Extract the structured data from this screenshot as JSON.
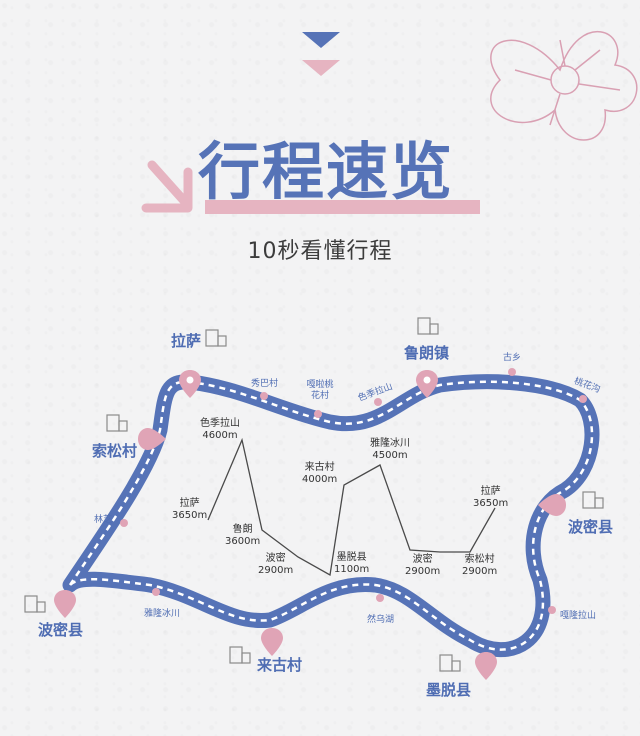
{
  "header": {
    "title": "行程速览",
    "subtitle": "10秒看懂行程"
  },
  "colors": {
    "route_blue": "#5673b7",
    "accent_pink": "#e6b4c1",
    "marker_pink": "#e0a4b6"
  },
  "map": {
    "major_cities": {
      "lasa": "拉萨",
      "lulang": "鲁朗镇",
      "suosong": "索松村",
      "bomi_right": "波密县",
      "bomi_left": "波密县",
      "laigu": "来古村",
      "motuo": "墨脱县"
    },
    "minor_stops": {
      "xiuba": "秀巴村",
      "gala": "嘎啦桃花村",
      "seji": "色季拉山",
      "guxiang": "古乡",
      "taohuagou": "桃花沟",
      "linzhi": "林芝",
      "yalong": "雅隆冰川",
      "ranwu": "然乌湖",
      "galong": "嘎隆拉山"
    }
  },
  "elevation": {
    "points": [
      {
        "name": "拉萨",
        "alt": "3650m"
      },
      {
        "name": "色季拉山",
        "alt": "4600m"
      },
      {
        "name": "鲁朗",
        "alt": "3600m"
      },
      {
        "name": "波密",
        "alt": "2900m"
      },
      {
        "name": "墨脱县",
        "alt": "1100m"
      },
      {
        "name": "来古村",
        "alt": "4000m"
      },
      {
        "name": "雅隆冰川",
        "alt": "4500m"
      },
      {
        "name": "波密",
        "alt": "2900m"
      },
      {
        "name": "索松村",
        "alt": "2900m"
      },
      {
        "name": "拉萨",
        "alt": "3650m"
      }
    ]
  }
}
